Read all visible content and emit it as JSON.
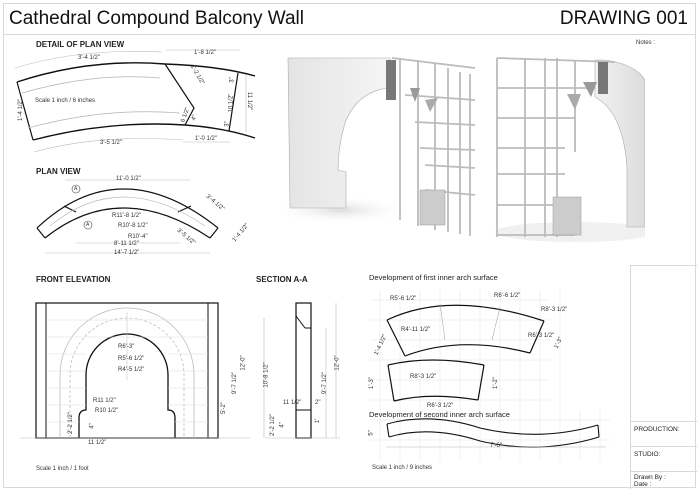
{
  "header": {
    "title": "Cathedral Compound Balcony Wall",
    "drawing_number": "DRAWING 001"
  },
  "notes_label": "Notes :",
  "views": {
    "detail_plan": {
      "label": "DETAIL OF PLAN VIEW",
      "scale": "Scale 1 inch / 6 inches",
      "dims": [
        "3'-4 1/2\"",
        "1'-8 1/2\"",
        "1'-2 1/2\"",
        "3\"",
        "10 1/2\"",
        "11 1/2\"",
        "3\"",
        "6 1/2\"",
        "4\"",
        "1'-0 1/2\"",
        "3'-5 1/2\"",
        "1'-4 1/2\""
      ]
    },
    "plan": {
      "label": "PLAN VIEW",
      "section_marker": "A",
      "dims": [
        "11'-0 1/2\"",
        "R11'-8 1/2\"",
        "R10'-8 1/2\"",
        "R10'-4\"",
        "8'-11 1/2\"",
        "14'-7 1/2\"",
        "3'-4 1/2\"",
        "3'-5 1/2\"",
        "1'-4 1/2\""
      ]
    },
    "front_elevation": {
      "label": "FRONT ELEVATION",
      "scale": "Scale 1 inch / 1 foot",
      "dims": [
        "R6'-3\"",
        "R5'-6 1/2\"",
        "R4'-5 1/2\"",
        "R11 1/2\"",
        "R10 1/2\"",
        "2'-2 1/2\"",
        "4\"",
        "11 1/2\"",
        "5'-2\"",
        "9'-7 1/2\"",
        "12'-0\""
      ]
    },
    "section_aa": {
      "label": "SECTION A-A",
      "dims": [
        "10'-8 1/2\"",
        "11 1/2\"",
        "2\"",
        "2'-2 1/2\"",
        "4\"",
        "1'",
        "9'-7 1/2\"",
        "12'-0\""
      ]
    },
    "development_first": {
      "label": "Development of first inner arch surface",
      "dims": [
        "R5'-6 1/2\"",
        "R6'-6 1/2\"",
        "R8'-3 1/2\"",
        "R4'-11 1/2\"",
        "R6'-3 1/2\"",
        "1'-4 1/2\"",
        "1'-3\"",
        "R8'-3 1/2\"",
        "1'-3\"",
        "1'-2\"",
        "R6'-3 1/2\""
      ]
    },
    "development_second": {
      "label": "Development of second inner arch surface",
      "scale": "Scale 1 inch / 9 inches",
      "dims": [
        "5\"",
        "7'-6\""
      ]
    }
  },
  "title_block": {
    "production": "PRODUCTION:",
    "studio": "STUDIO:",
    "drawn_by": "Drawn By :",
    "date": "Date :"
  }
}
